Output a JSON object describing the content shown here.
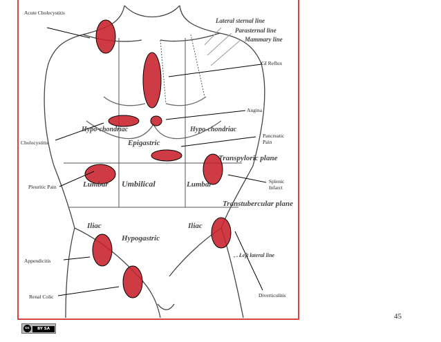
{
  "labels": {
    "acute_cholecystitis": "Acute Cholecystitis",
    "gi_reflux": "GI Reflux",
    "angina": "Angina",
    "pancreatic_pain": "Pancreatic Pain",
    "cholocystitis": "Cholocystitis",
    "splenic_infarct": "Splenic Infarct",
    "pleuritic_pain": "Pleuritic Pain",
    "appendicitis": "Appendicitis",
    "renal_colic": "Renal Colic",
    "diverticulitis": "Diverticulitis"
  },
  "figure_labels": {
    "lateral_sternal_line": "Lateral sternal line",
    "parasternal_line": "Parasternal line",
    "mammary_line": "Mammary line",
    "hypochondriac_left": "Hypo-chondriac",
    "hypochondriac_right": "Hypo-chondriac",
    "epigastric": "Epigastric",
    "transpyloric_plane": "Transpyloric plane",
    "lumbar_left": "Lumbar",
    "umbilical": "Umbilical",
    "lumbar_right": "Lumbar",
    "transtubercular_plane": "Transtubercular plane",
    "iliac_left": "Iliac",
    "iliac_right": "Iliac",
    "hypogastric": "Hypogastric",
    "left_lateral_line": "Left lateral line"
  },
  "footer": {
    "page_number": "45",
    "license_badge": "BY SA",
    "license_icon": "cc-icon"
  },
  "colors": {
    "pain_marker": "#c8202a",
    "frame": "#d64545",
    "line": "#000000"
  }
}
